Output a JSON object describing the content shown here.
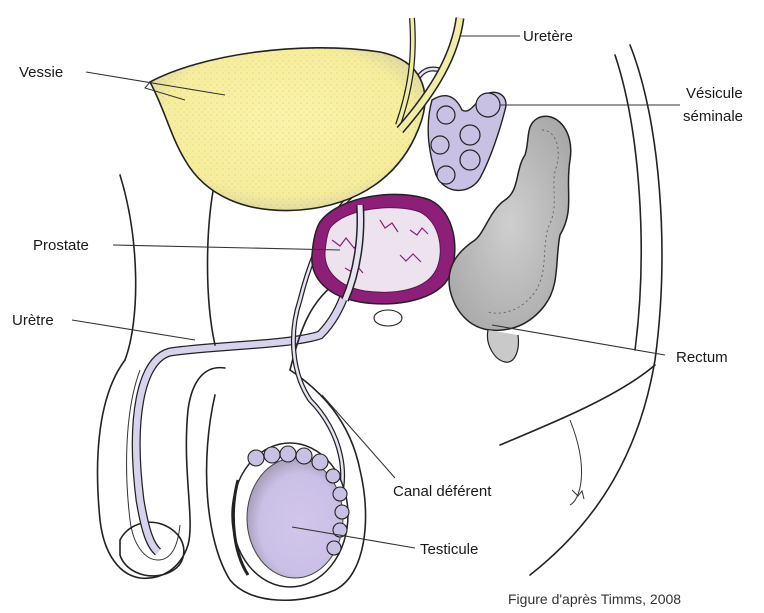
{
  "labels": {
    "uretere": "Uretère",
    "vessie": "Vessie",
    "vesicule_line1": "Vésicule",
    "vesicule_line2": "séminale",
    "prostate": "Prostate",
    "uretre": "Urètre",
    "rectum": "Rectum",
    "canal_deferent": "Canal déférent",
    "testicule": "Testicule"
  },
  "credit": "Figure d'après Timms, 2008",
  "colors": {
    "bladder": "#fbf3a8",
    "prostate": "#8e1f78",
    "prostate_inner": "#ece3ef",
    "vesicle": "#c9c1e3",
    "testis": "#cfc3e8",
    "rectum": "#c9c9c9",
    "ureter": "#f1eca6",
    "outline": "#222222"
  }
}
